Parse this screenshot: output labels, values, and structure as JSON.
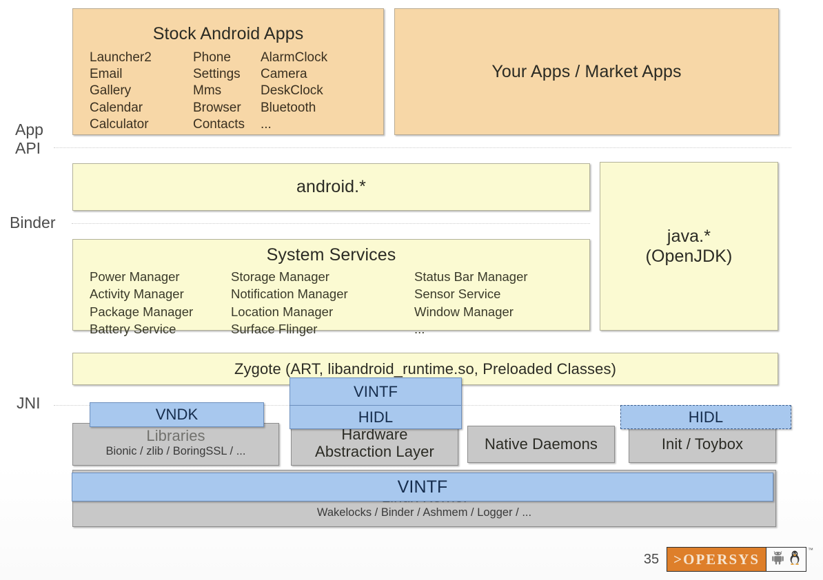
{
  "slide": {
    "page_number": "35",
    "logo_text": ">OPERSYS",
    "logo_tm": "™"
  },
  "side_labels": {
    "app_api": "App\nAPI",
    "binder": "Binder",
    "jni": "JNI"
  },
  "app_layer": {
    "stock_apps": {
      "title": "Stock Android Apps",
      "columns": [
        [
          "Launcher2",
          "Email",
          "Gallery",
          "Calendar",
          "Calculator"
        ],
        [
          "Phone",
          "Settings",
          "Mms",
          "Browser",
          "Contacts"
        ],
        [
          "AlarmClock",
          "Camera",
          "DeskClock",
          "Bluetooth",
          "..."
        ]
      ]
    },
    "market_apps": {
      "title": "Your Apps / Market Apps"
    }
  },
  "framework_layer": {
    "android_api": {
      "title": "android.*"
    },
    "java_api": {
      "title": "java.*\n(OpenJDK)"
    },
    "system_services": {
      "title": "System Services",
      "columns": [
        [
          "Power Manager",
          "Activity Manager",
          "Package Manager",
          "Battery Service"
        ],
        [
          "Storage Manager",
          "Notification Manager",
          "Location Manager",
          "Surface Flinger"
        ],
        [
          "Status Bar Manager",
          "Sensor Service",
          "Window Manager",
          "..."
        ]
      ]
    }
  },
  "runtime_layer": {
    "zygote": {
      "title": "Zygote (ART, libandroid_runtime.so, Preloaded Classes)"
    }
  },
  "native_layer": {
    "vndk": {
      "title": "VNDK"
    },
    "libraries": {
      "title": "Libraries",
      "subtitle": "Bionic / zlib / BoringSSL / ..."
    },
    "vintf_hal": {
      "title": "VINTF"
    },
    "hidl_hal": {
      "title": "HIDL"
    },
    "hal": {
      "title": "Hardware\nAbstraction Layer"
    },
    "native_daemons": {
      "title": "Native Daemons"
    },
    "hidl_init": {
      "title": "HIDL"
    },
    "init_toybox": {
      "title": "Init / Toybox"
    }
  },
  "kernel_layer": {
    "vintf": {
      "title": "VINTF"
    },
    "kernel": {
      "title": "Linux Kernel",
      "subtitle": "Wakelocks / Binder / Ashmem / Logger / ..."
    }
  },
  "colors": {
    "app_box": "#f7d7a7",
    "framework_box": "#fbfad2",
    "native_box": "#c8c8c8",
    "vintf_blue": "#a8c8ee",
    "logo_orange": "#de7f2a"
  }
}
